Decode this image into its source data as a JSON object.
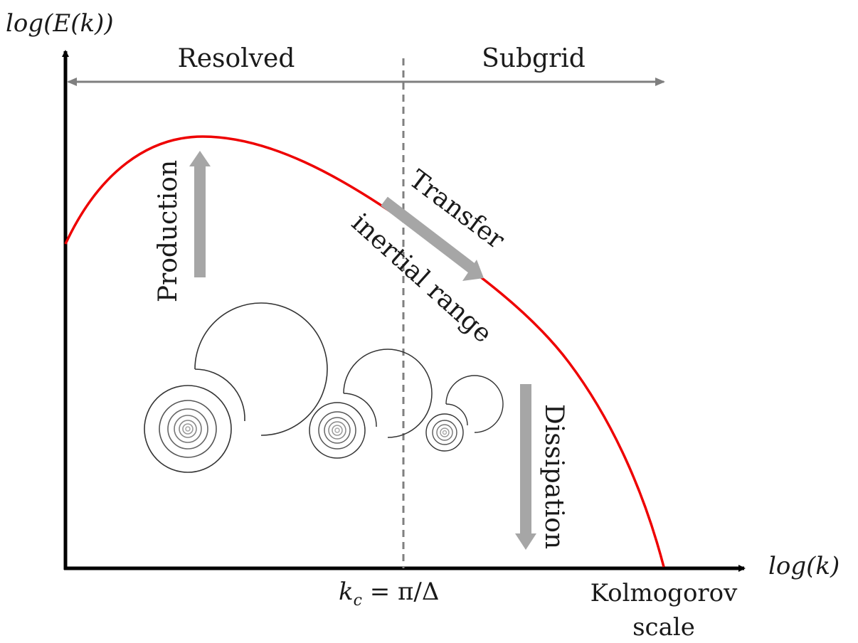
{
  "axes": {
    "y_label": "log(E(k))",
    "x_label": "log(k)"
  },
  "regions": {
    "resolved": "Resolved",
    "subgrid": "Subgrid"
  },
  "cutoff": {
    "label": "k_c = π/Δ",
    "label_parts": {
      "k": "k",
      "sub": "c",
      "rest": " = π/Δ"
    }
  },
  "annotations": {
    "production": "Production",
    "transfer": "Transfer",
    "inertial_range": "inertial range",
    "dissipation": "Dissipation",
    "kolmogorov_line1": "Kolmogorov",
    "kolmogorov_line2": "scale"
  },
  "colors": {
    "spectrum": "#ee0000",
    "axis": "#000000",
    "range_arrow": "#7f7f7f",
    "flow_arrow": "#a6a6a6",
    "cutoff_line": "#7f7f7f",
    "eddy": "#333333"
  }
}
